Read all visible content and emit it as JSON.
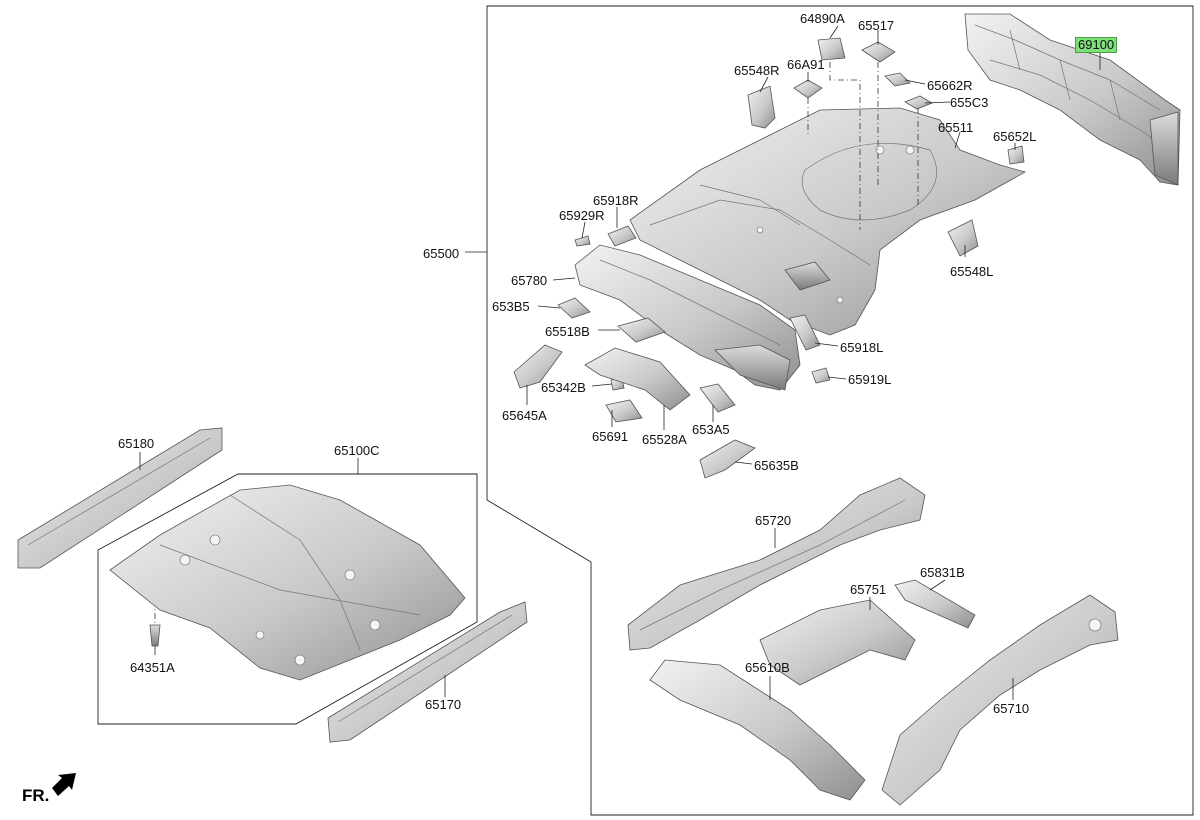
{
  "diagram": {
    "orientation_marker": "FR.",
    "labels": {
      "p64890A": "64890A",
      "p65517": "65517",
      "p69100": "69100",
      "p65548R": "65548R",
      "p66A91": "66A91",
      "p65662R": "65662R",
      "p655C3": "655C3",
      "p65511": "65511",
      "p65652L": "65652L",
      "p65918R": "65918R",
      "p65929R": "65929R",
      "p65500": "65500",
      "p65548L": "65548L",
      "p65780": "65780",
      "p653B5": "653B5",
      "p65518B": "65518B",
      "p65918L": "65918L",
      "p65342B": "65342B",
      "p65919L": "65919L",
      "p65645A": "65645A",
      "p65691": "65691",
      "p65528A": "65528A",
      "p653A5": "653A5",
      "p65635B": "65635B",
      "p65180": "65180",
      "p65100C": "65100C",
      "p65720": "65720",
      "p65831B": "65831B",
      "p65751": "65751",
      "p64351A": "64351A",
      "p65610B": "65610B",
      "p65710": "65710",
      "p65170": "65170"
    },
    "highlighted_part": "p69100",
    "colors": {
      "highlight": "#7fe07a",
      "line": "#222222",
      "part_light": "#e6e6e6",
      "part_dark": "#8c8c8c"
    }
  }
}
